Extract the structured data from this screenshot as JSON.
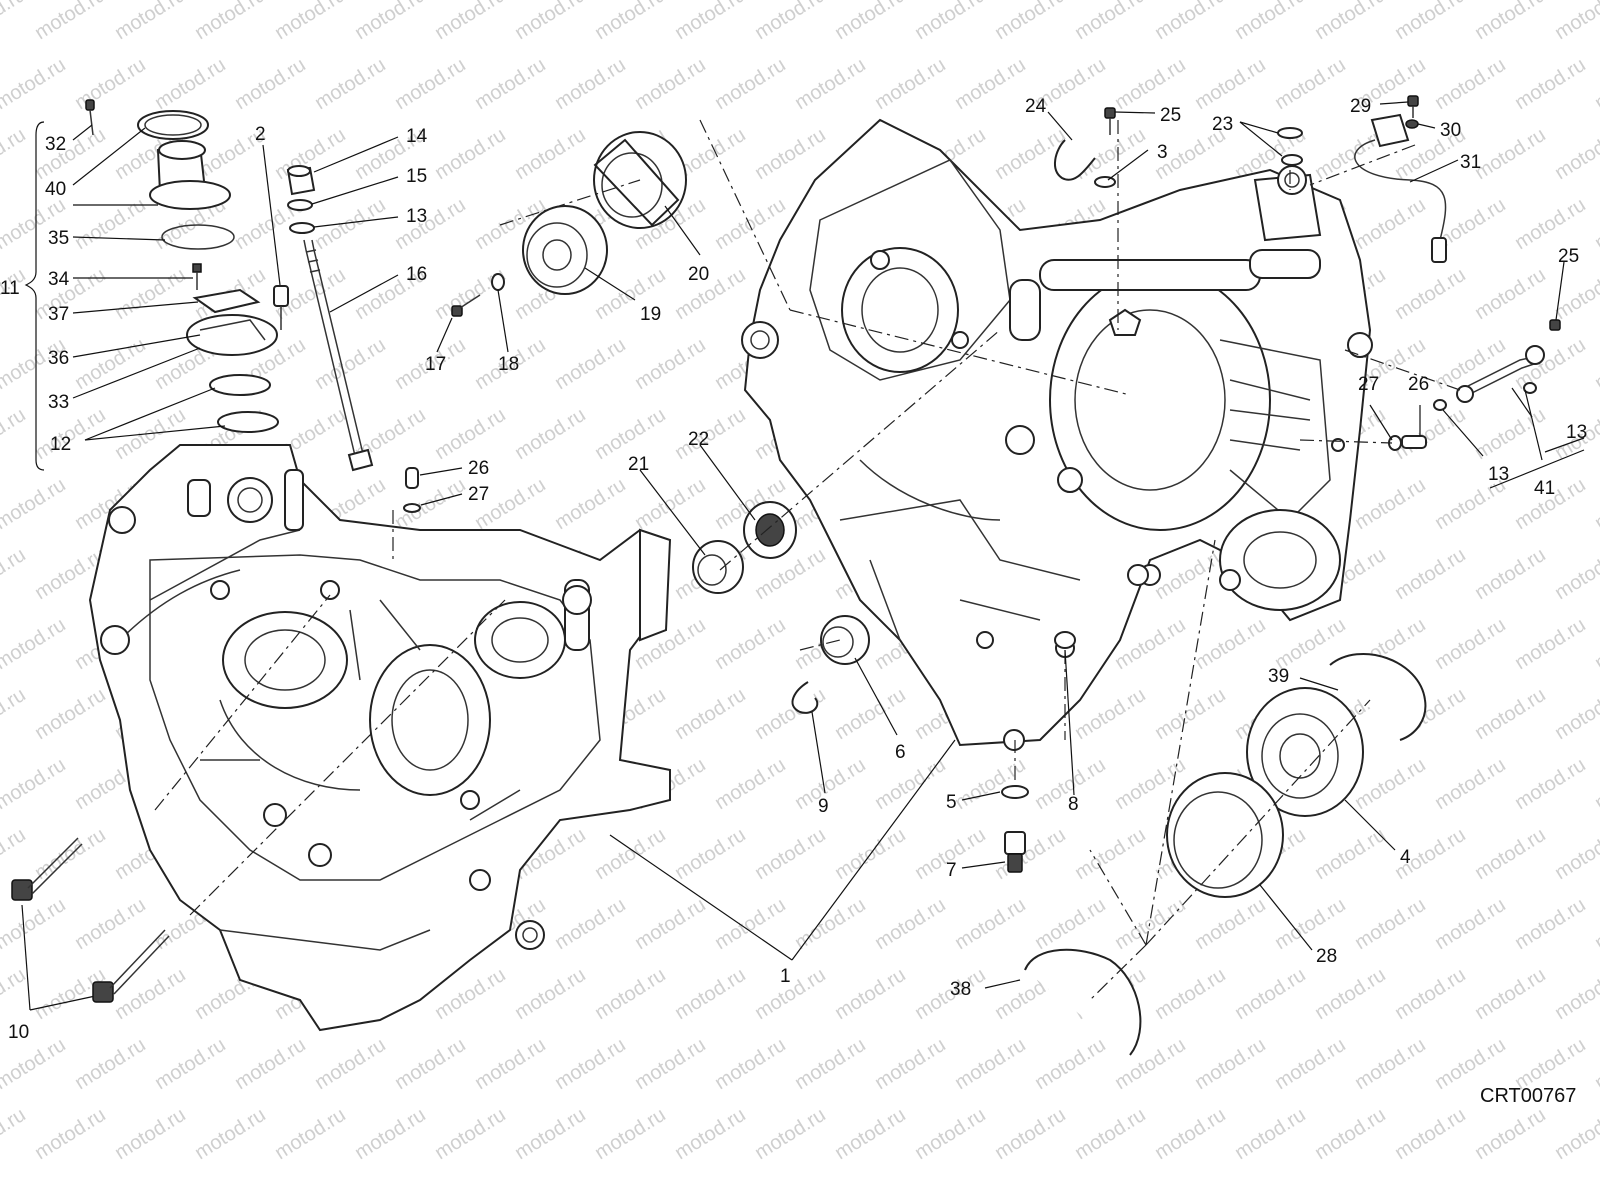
{
  "watermark": {
    "text": "motod.ru"
  },
  "drawing_code": "CRT00767",
  "callouts": [
    "1",
    "2",
    "3",
    "4",
    "5",
    "6",
    "7",
    "8",
    "9",
    "10",
    "11",
    "12",
    "13",
    "14",
    "15",
    "16",
    "17",
    "18",
    "19",
    "20",
    "21",
    "22",
    "23",
    "24",
    "25",
    "26",
    "27",
    "28",
    "29",
    "30",
    "31",
    "32",
    "33",
    "34",
    "35",
    "36",
    "37",
    "38",
    "39",
    "40",
    "41"
  ],
  "repeat_labels": {
    "l25": "25",
    "l26": "26",
    "l27": "27",
    "l13": "13"
  }
}
